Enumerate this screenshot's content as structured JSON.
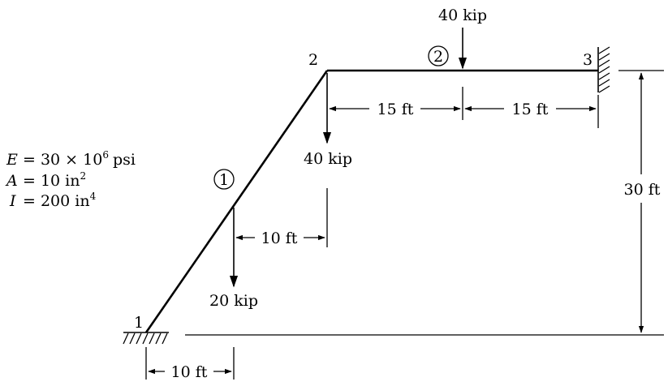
{
  "nodes": {
    "n1": "1",
    "n2": "2",
    "n3": "3"
  },
  "elements": {
    "e1": "1",
    "e2": "2"
  },
  "loads": {
    "top": "40 kip",
    "node2": "40 kip",
    "member1": "20 kip"
  },
  "dimensions": {
    "d15a": "15 ft",
    "d15b": "15 ft",
    "d10mid": "10 ft",
    "d10bottom": "10 ft",
    "height": "30 ft"
  },
  "properties": {
    "E": {
      "sym": "E",
      "eq": "= 30 × 10",
      "exp": "6",
      "unit": "psi"
    },
    "A": {
      "sym": "A",
      "eq": "= 10 in",
      "exp": "2"
    },
    "I": {
      "sym": "I",
      "eq": "= 200 in",
      "exp": "4"
    }
  }
}
